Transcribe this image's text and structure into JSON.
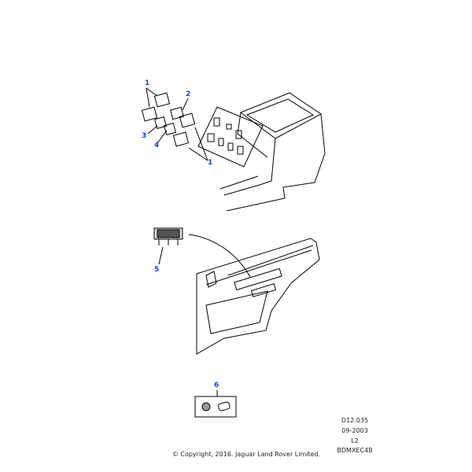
{
  "callouts": {
    "c1a": "1",
    "c2": "2",
    "c3": "3",
    "c4": "4",
    "c1b": "1",
    "c5": "5",
    "c6": "6"
  },
  "meta": {
    "ref": "D12.035",
    "date": "09-2003",
    "level": "L2",
    "code": "BDMXEC4B"
  },
  "copyright": "© Copyright, 2016. Jaguar Land Rover Limited.",
  "colors": {
    "callout": "#1a3cff",
    "line": "#000000"
  }
}
